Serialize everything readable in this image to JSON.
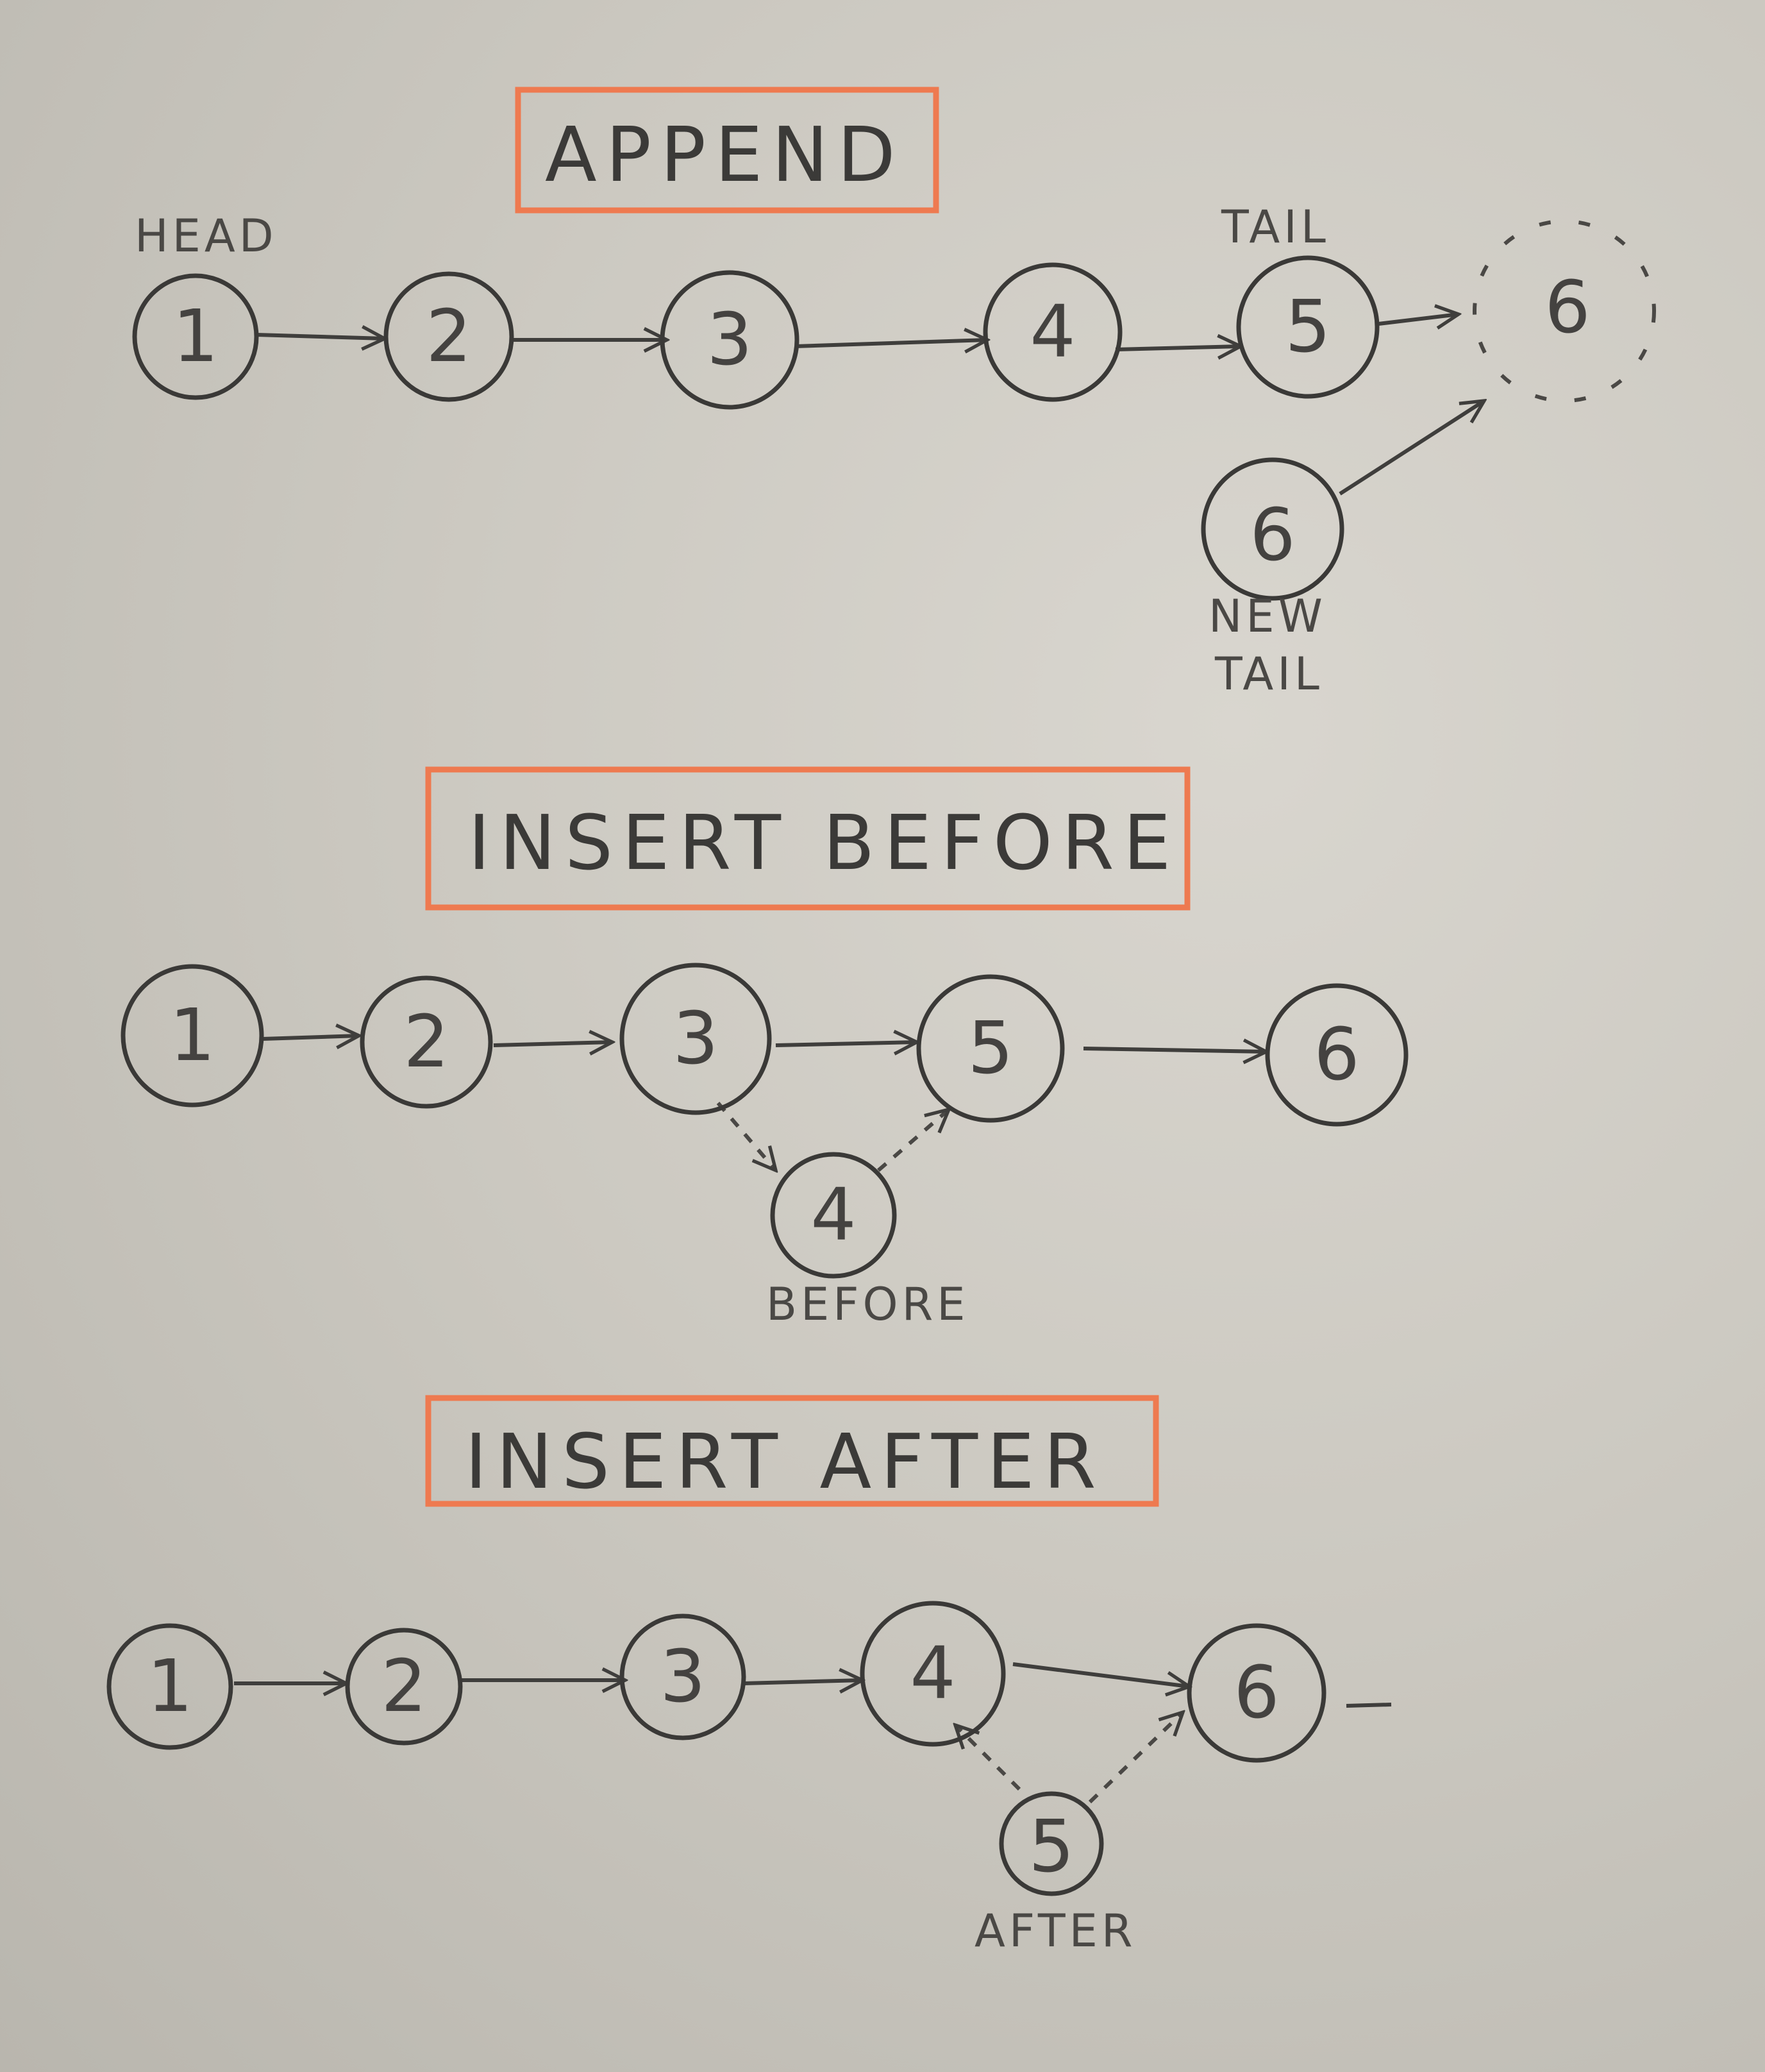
{
  "append": {
    "title": "APPEND",
    "head_label": "HEAD",
    "tail_label": "TAIL",
    "new_tail_label_line1": "NEW",
    "new_tail_label_line2": "TAIL",
    "nodes": [
      "1",
      "2",
      "3",
      "4",
      "5"
    ],
    "ghost_node": "6",
    "new_node": "6"
  },
  "insert_before": {
    "title": "INSERT BEFORE",
    "nodes": [
      "1",
      "2",
      "3",
      "5",
      "6"
    ],
    "inserted_node": "4",
    "inserted_label": "BEFORE"
  },
  "insert_after": {
    "title": "INSERT AFTER",
    "nodes": [
      "1",
      "2",
      "3",
      "4",
      "6"
    ],
    "inserted_node": "5",
    "inserted_label": "AFTER"
  },
  "colors": {
    "box": "#ee7a50",
    "ink": "#3a3937"
  }
}
